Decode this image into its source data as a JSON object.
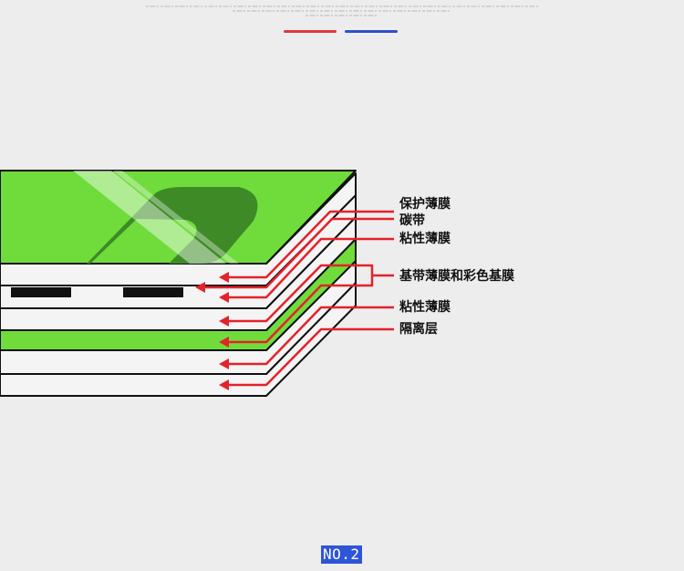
{
  "colors": {
    "background": "#ededed",
    "legend_red": "#e03a3a",
    "legend_blue": "#2f4fd0",
    "film_green": "#6fdc3c",
    "film_dark_green": "#3d8a26",
    "layer_white": "#f4f4f4",
    "outline": "#111111",
    "pointer_red": "#e4222a",
    "page_badge": "#2e55d8"
  },
  "labels": {
    "protective_film": "保护薄膜",
    "carbon_tape": "碳带",
    "adhesive_film_1": "粘性薄膜",
    "base_tape_color_film": "基带薄膜和彩色基膜",
    "adhesive_film_2": "粘性薄膜",
    "isolation_layer": "隔离层"
  },
  "page": {
    "number": "NO.2"
  }
}
